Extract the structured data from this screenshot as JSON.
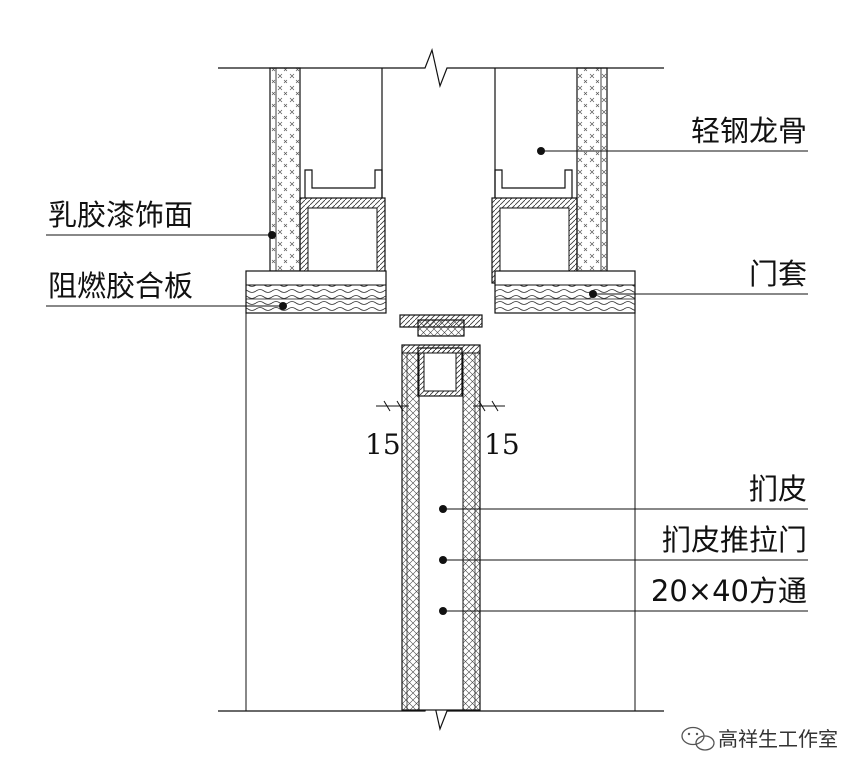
{
  "labels": {
    "finish": "乳胶漆饰面",
    "plywood": "阻燃胶合板",
    "stud": "轻钢龙骨",
    "door_casing": "门套",
    "leather": "扪皮",
    "leather_door": "扪皮推拉门",
    "tube": "20×40方通"
  },
  "dimensions": {
    "left": "15",
    "right": "15"
  },
  "watermark": {
    "text": "高祥生工作室",
    "icon": "wechat-icon"
  }
}
